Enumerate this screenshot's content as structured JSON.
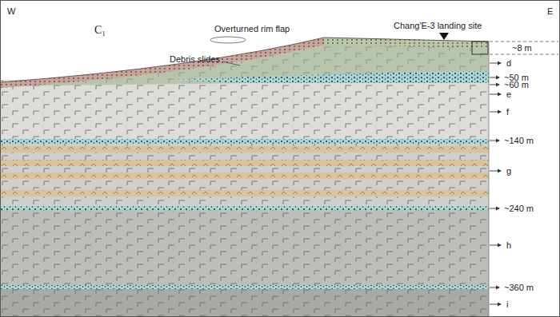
{
  "diagram": {
    "labels": [
      "W",
      "E",
      "C₁",
      "Overturned rim flap",
      "Debris slides",
      "Chang′E-3 landing site",
      "~8 m",
      "d",
      "~50 m",
      "~60 m",
      "e",
      "f",
      "~140 m",
      "g",
      "~240 m",
      "h",
      "~360 m",
      "i"
    ]
  }
}
